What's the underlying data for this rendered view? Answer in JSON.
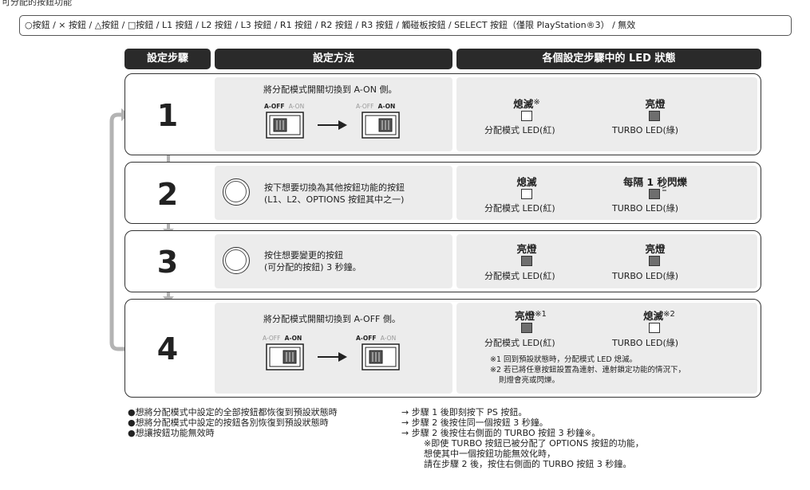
{
  "caption": "可分配的按鈕功能",
  "function_list": "○按鈕 / × 按鈕 / △按鈕 / □按鈕 / L1 按鈕 / L2 按鈕 / L3 按鈕 / R1 按鈕 / R2 按鈕 / R3 按鈕 / 觸碰板按鈕 / SELECT 按鈕（僅限 PlayStation®3） / 無效",
  "headers": {
    "step": "設定步驟",
    "method": "設定方法",
    "led": "各個設定步驟中的 LED 狀態"
  },
  "steps": [
    {
      "number": "1",
      "instruction": "將分配模式開關切換到 A-ON 側。",
      "switch_from": {
        "off": "A-OFF",
        "on": "A-ON"
      },
      "switch_to": {
        "off": "A-OFF",
        "on": "A-ON"
      },
      "assign_led": {
        "status": "熄滅",
        "mark": "※",
        "state": "off",
        "name": "分配模式 LED(紅)"
      },
      "turbo_led": {
        "status": "亮燈",
        "mark": "",
        "state": "on",
        "name": "TURBO LED(綠)"
      }
    },
    {
      "number": "2",
      "instruction_line1": "按下想要切換為其他按鈕功能的按鈕",
      "instruction_line2": "(L1、L2、OPTIONS 按鈕其中之一)",
      "assign_led": {
        "status": "熄滅",
        "mark": "",
        "state": "off",
        "name": "分配模式 LED(紅)"
      },
      "turbo_led": {
        "status": "每隔 1 秒閃爍",
        "mark": "",
        "state": "blink",
        "name": "TURBO LED(綠)"
      }
    },
    {
      "number": "3",
      "instruction_line1": "按住想要變更的按鈕",
      "instruction_line2": "(可分配的按鈕) 3 秒鐘。",
      "assign_led": {
        "status": "亮燈",
        "mark": "",
        "state": "on",
        "name": "分配模式 LED(紅)"
      },
      "turbo_led": {
        "status": "亮燈",
        "mark": "",
        "state": "on",
        "name": "TURBO LED(綠)"
      }
    },
    {
      "number": "4",
      "instruction": "將分配模式開關切換到 A-OFF 側。",
      "switch_from": {
        "off": "A-OFF",
        "on": "A-ON"
      },
      "switch_to": {
        "off": "A-OFF",
        "on": "A-ON"
      },
      "assign_led": {
        "status": "亮燈",
        "mark": "※1",
        "state": "on",
        "name": "分配模式 LED(紅)"
      },
      "turbo_led": {
        "status": "熄滅",
        "mark": "※2",
        "state": "off",
        "name": "TURBO LED(綠)"
      },
      "note1": "※1 回到預設狀態時，分配模式 LED 熄滅。",
      "note2a": "※2 若已將任意按鈕設置為連射、連射鎖定功能的情況下，",
      "note2b": "則燈會亮或閃爍。"
    }
  ],
  "bottom": {
    "left": [
      "●想將分配模式中設定的全部按鈕都恢復到預設狀態時",
      "●想將分配模式中設定的按鈕各別恢復到預設狀態時",
      "●想讓按鈕功能無效時"
    ],
    "right": [
      "→ 步驟 1 後即刻按下 PS 按鈕。",
      "→ 步驟 2 後按住同一個按鈕 3 秒鐘。",
      "→ 步驟 2 後按住右側面的 TURBO 按鈕 3 秒鐘※。"
    ],
    "right_extra": [
      "※即使 TURBO 按鈕已被分配了 OPTIONS 按鈕的功能，",
      "想使其中一個按鈕功能無效化時，",
      "請在步驟 2 後，按住右側面的 TURBO 按鈕 3 秒鐘。"
    ]
  }
}
